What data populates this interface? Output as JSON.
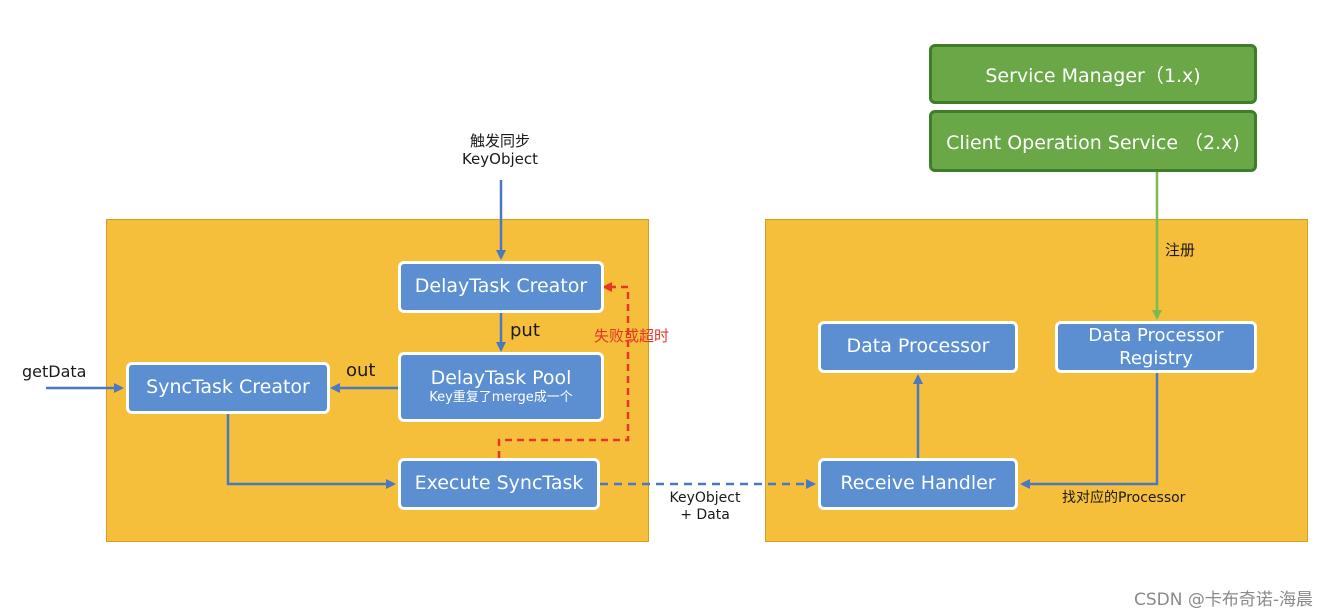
{
  "top_label": {
    "line1": "触发同步",
    "line2": "KeyObject"
  },
  "boxes": {
    "delay_creator": "DelayTask Creator",
    "delay_pool": "DelayTask Pool",
    "delay_pool_sub": "Key重复了merge成一个",
    "sync_creator": "SyncTask Creator",
    "execute": "Execute SyncTask",
    "data_processor": "Data Processor",
    "registry": "Data Processor Registry",
    "receive_handler": "Receive Handler",
    "service_manager": "Service Manager（1.x)",
    "client_service": "Client Operation Service （2.x)"
  },
  "labels": {
    "put": "put",
    "out": "out",
    "get_data": "getData",
    "fail_timeout": "失败或超时",
    "transfer_line1": "KeyObject",
    "transfer_line2": "+ Data",
    "register": "注册",
    "find_processor": "找对应的Processor"
  },
  "watermark": "CSDN @卡布奇诺-海晨",
  "colors": {
    "panel": "#f5bf3c",
    "box": "#5b8fd1",
    "green_box": "#6aa746",
    "arrow_blue": "#4a78c2",
    "arrow_red": "#e8352a",
    "arrow_green": "#7dba55"
  }
}
